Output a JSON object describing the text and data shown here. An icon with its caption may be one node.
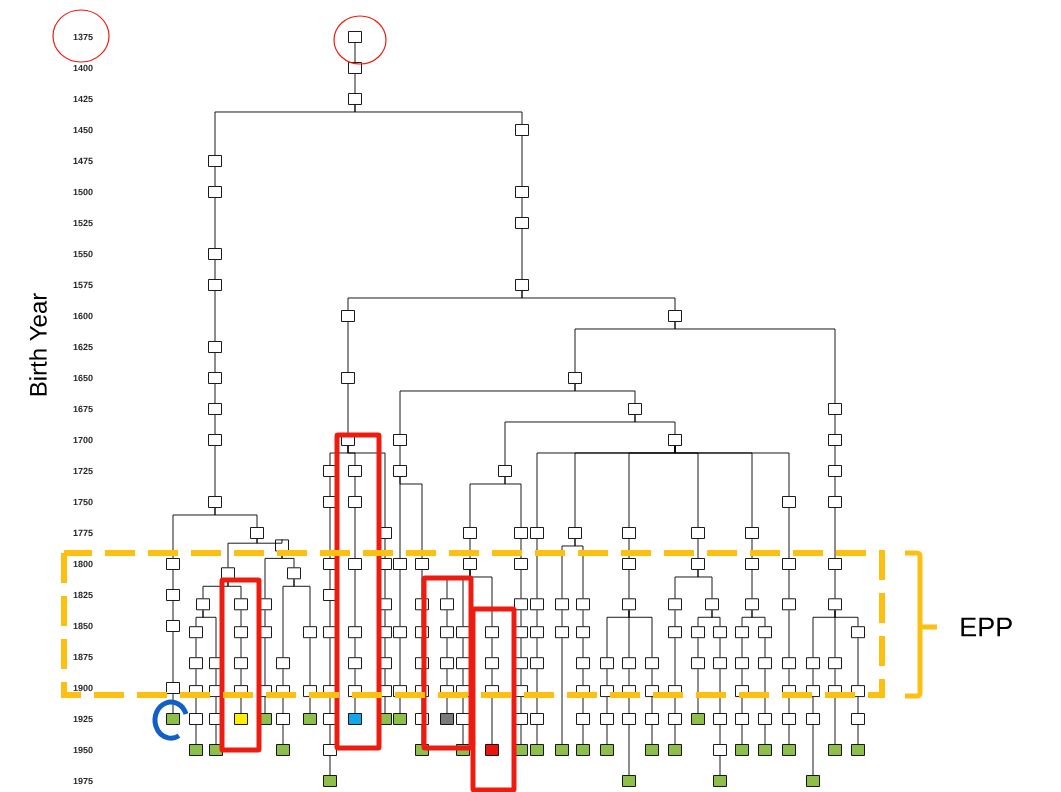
{
  "diagram": {
    "nodes": [
      {
        "text": [],
        "shape": "box"
      },
      {
        "text": [],
        "shape": "box"
      },
      {
        "text": [],
        "shape": "box"
      },
      {
        "text": [],
        "shape": "box"
      },
      {
        "text": [],
        "shape": "box"
      },
      {
        "text": [],
        "shape": "box"
      },
      {
        "text": [],
        "shape": "box"
      },
      {
        "text": [],
        "shape": "box"
      },
      {
        "text": [],
        "shape": "box"
      },
      {
        "text": [],
        "shape": "box"
      },
      {
        "text": [],
        "shape": "box"
      },
      {
        "text": [],
        "shape": "box"
      },
      {
        "text": [],
        "shape": "box"
      },
      {
        "text": [],
        "shape": "box"
      },
      {
        "text": [],
        "shape": "box"
      },
      {
        "text": [],
        "shape": "box"
      },
      {
        "text": [],
        "shape": "box"
      },
      {
        "text": [],
        "shape": "box"
      },
      {
        "text": [],
        "shape": "box"
      },
      {
        "text": [],
        "shape": "box"
      },
      {
        "text": [],
        "shape": "box"
      },
      {
        "text": [],
        "shape": "box"
      },
      {
        "text": [],
        "shape": "box"
      },
      {
        "text": [],
        "shape": "box"
      },
      {
        "text": [],
        "shape": "box"
      },
      {
        "text": [],
        "shape": "box"
      },
      {
        "text": [],
        "shape": "box"
      },
      {
        "text": [],
        "shape": "box"
      },
      {
        "text": [],
        "shape": "box"
      },
      {
        "text": [],
        "shape": "box"
      },
      {
        "text": [],
        "shape": "box"
      },
      {
        "text": [],
        "shape": "box"
      },
      {
        "text": [],
        "shape": "box"
      },
      {
        "text": [],
        "shape": "box"
      },
      {
        "text": [],
        "shape": "box"
      },
      {
        "text": [],
        "shape": "box"
      },
      {
        "text": [],
        "shape": "box"
      },
      {
        "text": [],
        "shape": "box"
      },
      {
        "text": [],
        "shape": "box"
      },
      {
        "text": [],
        "shape": "box"
      },
      {
        "text": [],
        "shape": "box"
      },
      {
        "text": [],
        "shape": "box"
      },
      {
        "text": [],
        "shape": "box"
      },
      {
        "text": [],
        "shape": "box"
      },
      {
        "text": [],
        "shape": "box"
      },
      {
        "text": [],
        "shape": "box"
      },
      {
        "text": [],
        "shape": "box"
      },
      {
        "text": [],
        "shape": "box"
      },
      {
        "text": [],
        "shape": "box"
      },
      {
        "text": [],
        "shape": "box"
      },
      {
        "text": [],
        "shape": "box"
      },
      {
        "text": [],
        "shape": "box"
      },
      {
        "text": [],
        "shape": "box"
      },
      {
        "text": [],
        "shape": "box"
      },
      {
        "text": [],
        "shape": "box"
      },
      {
        "text": [],
        "shape": "box"
      },
      {
        "text": [],
        "shape": "box"
      },
      {
        "text": [],
        "shape": "box"
      },
      {
        "text": [],
        "shape": "box"
      },
      {
        "text": [],
        "shape": "box"
      },
      {
        "text": [],
        "shape": "box"
      },
      {
        "text": [],
        "shape": "box"
      },
      {
        "text": [],
        "shape": "box"
      },
      {
        "text": [],
        "shape": "box"
      },
      {
        "text": [],
        "shape": "box"
      },
      {
        "text": [],
        "shape": "box"
      },
      {
        "text": [],
        "shape": "box"
      },
      {
        "text": [],
        "shape": "box"
      },
      {
        "text": [],
        "shape": "box"
      },
      {
        "text": [],
        "shape": "box"
      },
      {
        "text": [],
        "shape": "box"
      },
      {
        "text": [],
        "shape": "box"
      },
      {
        "text": [],
        "shape": "box"
      },
      {
        "text": [],
        "shape": "box"
      },
      {
        "text": [],
        "shape": "box"
      },
      {
        "text": [],
        "shape": "box"
      },
      {
        "text": [],
        "shape": "box"
      },
      {
        "text": [],
        "shape": "box"
      },
      {
        "text": [],
        "shape": "box"
      },
      {
        "text": [],
        "shape": "box"
      },
      {
        "text": [],
        "shape": "box"
      },
      {
        "text": [],
        "shape": "box"
      },
      {
        "text": [],
        "shape": "box"
      },
      {
        "text": [],
        "shape": "box"
      },
      {
        "text": [],
        "shape": "box"
      },
      {
        "text": [],
        "shape": "box"
      },
      {
        "text": [],
        "shape": "box"
      },
      {
        "text": [],
        "shape": "box"
      },
      {
        "text": [],
        "shape": "box"
      },
      {
        "text": [],
        "shape": "box"
      },
      {
        "text": [],
        "shape": "box"
      },
      {
        "text": [],
        "shape": "box"
      },
      {
        "text": [],
        "shape": "box"
      },
      {
        "text": [],
        "shape": "box"
      },
      {
        "text": [],
        "shape": "box"
      },
      {
        "text": [],
        "shape": "box"
      },
      {
        "text": [],
        "shape": "box"
      },
      {
        "text": [],
        "shape": "box"
      },
      {
        "text": [],
        "shape": "box"
      },
      {
        "text": [],
        "shape": "box"
      },
      {
        "text": [],
        "shape": "box"
      },
      {
        "text": [],
        "shape": "box"
      },
      {
        "text": [],
        "shape": "box"
      },
      {
        "text": [],
        "shape": "box"
      },
      {
        "text": [],
        "shape": "box"
      },
      {
        "text": [],
        "shape": "box"
      },
      {
        "text": [],
        "shape": "box"
      },
      {
        "text": [],
        "shape": "box"
      },
      {
        "text": [],
        "shape": "box"
      },
      {
        "text": [],
        "shape": "box"
      },
      {
        "text": [],
        "shape": "box"
      },
      {
        "text": [],
        "shape": "box"
      },
      {
        "text": [],
        "shape": "box"
      },
      {
        "text": [],
        "shape": "box"
      },
      {
        "text": [],
        "shape": "box"
      },
      {
        "text": [],
        "shape": "box"
      },
      {
        "text": [],
        "shape": "box"
      },
      {
        "text": [],
        "shape": "box"
      },
      {
        "text": [],
        "shape": "box"
      },
      {
        "text": [],
        "shape": "box"
      },
      {
        "text": [],
        "shape": "box"
      },
      {
        "text": [],
        "shape": "box"
      },
      {
        "text": [],
        "shape": "box"
      },
      {
        "text": [],
        "shape": "box"
      },
      {
        "text": [],
        "shape": "box"
      },
      {
        "text": [],
        "shape": "box"
      },
      {
        "text": [],
        "shape": "box"
      },
      {
        "text": [],
        "shape": "box"
      },
      {
        "text": [],
        "shape": "box"
      },
      {
        "text": [],
        "shape": "box"
      },
      {
        "text": [],
        "shape": "box"
      },
      {
        "text": [],
        "shape": "box"
      },
      {
        "text": [],
        "shape": "box"
      },
      {
        "text": [],
        "shape": "box"
      },
      {
        "text": [],
        "shape": "box"
      },
      {
        "text": [],
        "shape": "box"
      },
      {
        "text": [],
        "shape": "box"
      },
      {
        "text": [],
        "shape": "box"
      },
      {
        "text": [],
        "shape": "box"
      },
      {
        "text": [],
        "shape": "box"
      },
      {
        "text": [],
        "shape": "box"
      },
      {
        "text": [],
        "shape": "box"
      },
      {
        "text": [],
        "shape": "box"
      },
      {
        "text": [],
        "shape": "box"
      },
      {
        "text": [],
        "shape": "box"
      },
      {
        "text": [],
        "shape": "box"
      },
      {
        "text": [],
        "shape": "box"
      },
      {
        "text": [],
        "shape": "box"
      },
      {
        "text": [],
        "shape": "box"
      },
      {
        "text": [],
        "shape": "box"
      },
      {
        "text": [],
        "shape": "box"
      },
      {
        "text": [],
        "shape": "box"
      },
      {
        "text": [],
        "shape": "box"
      },
      {
        "text": [],
        "shape": "box"
      },
      {
        "text": [],
        "shape": "box"
      },
      {
        "text": [],
        "shape": "box"
      },
      {
        "text": [],
        "shape": "box"
      },
      {
        "text": [],
        "shape": "box"
      },
      {
        "text": [],
        "shape": "box"
      },
      {
        "text": [],
        "shape": "box"
      },
      {
        "text": [],
        "shape": "box"
      },
      {
        "text": [],
        "shape": "box"
      },
      {
        "text": [],
        "shape": "box"
      },
      {
        "text": [],
        "shape": "box"
      },
      {
        "text": [],
        "shape": "box"
      },
      {
        "text": [],
        "shape": "box"
      },
      {
        "text": [],
        "shape": "box"
      },
      {
        "text": [],
        "shape": "box"
      },
      {
        "text": [],
        "shape": "box"
      },
      {
        "text": [],
        "shape": "box"
      },
      {
        "text": [],
        "shape": "box"
      },
      {
        "text": [],
        "shape": "box"
      },
      {
        "text": [],
        "shape": "box"
      },
      {
        "text": [],
        "shape": "box"
      },
      {
        "text": [],
        "shape": "box"
      },
      {
        "text": [],
        "shape": "box"
      },
      {
        "text": [],
        "shape": "box"
      },
      {
        "text": [],
        "shape": "box"
      },
      {
        "text": [],
        "shape": "box"
      },
      {
        "text": [],
        "shape": "box"
      },
      {
        "text": [],
        "shape": "box"
      },
      {
        "text": [],
        "shape": "box"
      },
      {
        "text": [],
        "shape": "box"
      },
      {
        "text": [],
        "shape": "box"
      },
      {
        "text": [],
        "shape": "box"
      },
      {
        "text": [],
        "shape": "box"
      },
      {
        "text": [],
        "shape": "box"
      },
      {
        "text": [],
        "shape": "box"
      },
      {
        "text": [],
        "shape": "box"
      },
      {
        "text": [],
        "shape": "box"
      },
      {
        "text": [],
        "shape": "box"
      },
      {
        "text": [],
        "shape": "box"
      },
      {
        "text": [],
        "shape": "box"
      },
      {
        "text": [],
        "shape": "box"
      },
      {
        "text": [],
        "shape": "box"
      },
      {
        "text": [],
        "shape": "box"
      },
      {
        "text": [],
        "shape": "box"
      },
      {
        "text": [],
        "shape": "box"
      },
      {
        "text": [],
        "shape": "box"
      },
      {
        "text": [],
        "shape": "box"
      },
      {
        "text": [],
        "shape": "box"
      },
      {
        "text": [],
        "shape": "box"
      }
    ],
    "edges": [
      {
        "from": 0,
        "to": 1,
        "arrow": "none"
      },
      {
        "from": 1,
        "to": 2,
        "arrow": "none"
      },
      {
        "from": 2,
        "to": 3,
        "arrow": "none"
      },
      {
        "from": 3,
        "to": 4,
        "arrow": "none"
      },
      {
        "from": 4,
        "to": 5,
        "arrow": "none"
      },
      {
        "from": 5,
        "to": 6,
        "arrow": "none"
      },
      {
        "from": 6,
        "to": 7,
        "arrow": "none"
      },
      {
        "from": 7,
        "to": 8,
        "arrow": "none"
      },
      {
        "from": 8,
        "to": 9,
        "arrow": "none"
      },
      {
        "from": 9,
        "to": 10,
        "arrow": "none"
      },
      {
        "from": 10,
        "to": 11,
        "arrow": "none"
      },
      {
        "from": 11,
        "to": 12,
        "arrow": "none"
      },
      {
        "from": 12,
        "to": 13,
        "arrow": "none"
      },
      {
        "from": 13,
        "to": 14,
        "arrow": "none"
      },
      {
        "from": 14,
        "to": 15,
        "arrow": "none"
      },
      {
        "from": 15,
        "to": 16,
        "arrow": "none"
      },
      {
        "from": 11,
        "to": 17,
        "arrow": "none"
      },
      {
        "from": 17,
        "to": 18,
        "arrow": "none"
      },
      {
        "from": 17,
        "to": 19,
        "arrow": "none"
      },
      {
        "from": 18,
        "to": 20,
        "arrow": "none"
      },
      {
        "from": 20,
        "to": 21,
        "arrow": "none"
      },
      {
        "from": 21,
        "to": 22,
        "arrow": "none"
      },
      {
        "from": 22,
        "to": 23,
        "arrow": "none"
      },
      {
        "from": 23,
        "to": 24,
        "arrow": "none"
      },
      {
        "from": 24,
        "to": 25,
        "arrow": "none"
      },
      {
        "from": 20,
        "to": 26,
        "arrow": "none"
      },
      {
        "from": 26,
        "to": 27,
        "arrow": "none"
      },
      {
        "from": 27,
        "to": 28,
        "arrow": "none"
      },
      {
        "from": 28,
        "to": 29,
        "arrow": "none"
      },
      {
        "from": 18,
        "to": 30,
        "arrow": "none"
      },
      {
        "from": 30,
        "to": 31,
        "arrow": "none"
      },
      {
        "from": 31,
        "to": 32,
        "arrow": "none"
      },
      {
        "from": 32,
        "to": 33,
        "arrow": "none"
      },
      {
        "from": 33,
        "to": 34,
        "arrow": "none"
      },
      {
        "from": 19,
        "to": 35,
        "arrow": "none"
      },
      {
        "from": 35,
        "to": 36,
        "arrow": "none"
      },
      {
        "from": 36,
        "to": 37,
        "arrow": "none"
      },
      {
        "from": 37,
        "to": 38,
        "arrow": "none"
      },
      {
        "from": 19,
        "to": 39,
        "arrow": "none"
      },
      {
        "from": 39,
        "to": 40,
        "arrow": "none"
      },
      {
        "from": 40,
        "to": 41,
        "arrow": "none"
      },
      {
        "from": 41,
        "to": 42,
        "arrow": "none"
      },
      {
        "from": 42,
        "to": 43,
        "arrow": "none"
      },
      {
        "from": 39,
        "to": 44,
        "arrow": "none"
      },
      {
        "from": 44,
        "to": 45,
        "arrow": "none"
      },
      {
        "from": 45,
        "to": 46,
        "arrow": "none"
      },
      {
        "from": 2,
        "to": 47,
        "arrow": "none"
      },
      {
        "from": 47,
        "to": 48,
        "arrow": "none"
      },
      {
        "from": 48,
        "to": 49,
        "arrow": "none"
      },
      {
        "from": 49,
        "to": 50,
        "arrow": "none"
      },
      {
        "from": 50,
        "to": 51,
        "arrow": "none"
      },
      {
        "from": 51,
        "to": 52,
        "arrow": "none"
      },
      {
        "from": 52,
        "to": 53,
        "arrow": "none"
      },
      {
        "from": 53,
        "to": 54,
        "arrow": "none"
      },
      {
        "from": 54,
        "to": 55,
        "arrow": "none"
      },
      {
        "from": 55,
        "to": 56,
        "arrow": "none"
      },
      {
        "from": 56,
        "to": 57,
        "arrow": "none"
      },
      {
        "from": 57,
        "to": 58,
        "arrow": "none"
      },
      {
        "from": 58,
        "to": 59,
        "arrow": "none"
      },
      {
        "from": 59,
        "to": 60,
        "arrow": "none"
      },
      {
        "from": 60,
        "to": 61,
        "arrow": "none"
      },
      {
        "from": 61,
        "to": 62,
        "arrow": "none"
      },
      {
        "from": 53,
        "to": 63,
        "arrow": "none"
      },
      {
        "from": 63,
        "to": 64,
        "arrow": "none"
      },
      {
        "from": 64,
        "to": 65,
        "arrow": "none"
      },
      {
        "from": 65,
        "to": 66,
        "arrow": "none"
      },
      {
        "from": 66,
        "to": 67,
        "arrow": "none"
      },
      {
        "from": 67,
        "to": 68,
        "arrow": "none"
      },
      {
        "from": 68,
        "to": 69,
        "arrow": "none"
      },
      {
        "from": 53,
        "to": 70,
        "arrow": "none"
      },
      {
        "from": 70,
        "to": 71,
        "arrow": "none"
      },
      {
        "from": 71,
        "to": 72,
        "arrow": "none"
      },
      {
        "from": 72,
        "to": 73,
        "arrow": "none"
      },
      {
        "from": 73,
        "to": 74,
        "arrow": "none"
      },
      {
        "from": 74,
        "to": 75,
        "arrow": "none"
      },
      {
        "from": 75,
        "to": 76,
        "arrow": "none"
      },
      {
        "from": 50,
        "to": 77,
        "arrow": "none"
      },
      {
        "from": 77,
        "to": 78,
        "arrow": "none"
      },
      {
        "from": 78,
        "to": 79,
        "arrow": "none"
      },
      {
        "from": 79,
        "to": 80,
        "arrow": "none"
      },
      {
        "from": 80,
        "to": 81,
        "arrow": "none"
      },
      {
        "from": 81,
        "to": 82,
        "arrow": "none"
      },
      {
        "from": 82,
        "to": 83,
        "arrow": "none"
      },
      {
        "from": 83,
        "to": 84,
        "arrow": "none"
      },
      {
        "from": 80,
        "to": 85,
        "arrow": "none"
      },
      {
        "from": 85,
        "to": 86,
        "arrow": "none"
      },
      {
        "from": 86,
        "to": 87,
        "arrow": "none"
      },
      {
        "from": 87,
        "to": 88,
        "arrow": "none"
      },
      {
        "from": 88,
        "to": 89,
        "arrow": "none"
      },
      {
        "from": 89,
        "to": 90,
        "arrow": "none"
      },
      {
        "from": 90,
        "to": 91,
        "arrow": "none"
      },
      {
        "from": 78,
        "to": 92,
        "arrow": "none"
      },
      {
        "from": 92,
        "to": 93,
        "arrow": "none"
      },
      {
        "from": 93,
        "to": 94,
        "arrow": "none"
      },
      {
        "from": 94,
        "to": 95,
        "arrow": "none"
      },
      {
        "from": 95,
        "to": 96,
        "arrow": "none"
      },
      {
        "from": 96,
        "to": 97,
        "arrow": "none"
      },
      {
        "from": 97,
        "to": 98,
        "arrow": "none"
      },
      {
        "from": 98,
        "to": 99,
        "arrow": "none"
      },
      {
        "from": 99,
        "to": 100,
        "arrow": "none"
      },
      {
        "from": 95,
        "to": 101,
        "arrow": "none"
      },
      {
        "from": 101,
        "to": 102,
        "arrow": "none"
      },
      {
        "from": 102,
        "to": 103,
        "arrow": "none"
      },
      {
        "from": 103,
        "to": 104,
        "arrow": "none"
      },
      {
        "from": 104,
        "to": 105,
        "arrow": "none"
      },
      {
        "from": 95,
        "to": 106,
        "arrow": "none"
      },
      {
        "from": 106,
        "to": 107,
        "arrow": "none"
      },
      {
        "from": 107,
        "to": 108,
        "arrow": "none"
      },
      {
        "from": 108,
        "to": 109,
        "arrow": "none"
      },
      {
        "from": 93,
        "to": 110,
        "arrow": "none"
      },
      {
        "from": 110,
        "to": 111,
        "arrow": "none"
      },
      {
        "from": 111,
        "to": 112,
        "arrow": "none"
      },
      {
        "from": 112,
        "to": 113,
        "arrow": "none"
      },
      {
        "from": 113,
        "to": 114,
        "arrow": "none"
      },
      {
        "from": 114,
        "to": 115,
        "arrow": "none"
      },
      {
        "from": 115,
        "to": 116,
        "arrow": "none"
      },
      {
        "from": 116,
        "to": 117,
        "arrow": "none"
      },
      {
        "from": 92,
        "to": 118,
        "arrow": "none"
      },
      {
        "from": 118,
        "to": 119,
        "arrow": "none"
      },
      {
        "from": 119,
        "to": 120,
        "arrow": "none"
      },
      {
        "from": 120,
        "to": 121,
        "arrow": "none"
      },
      {
        "from": 121,
        "to": 122,
        "arrow": "none"
      },
      {
        "from": 122,
        "to": 123,
        "arrow": "none"
      },
      {
        "from": 123,
        "to": 124,
        "arrow": "none"
      },
      {
        "from": 118,
        "to": 125,
        "arrow": "none"
      },
      {
        "from": 125,
        "to": 126,
        "arrow": "none"
      },
      {
        "from": 126,
        "to": 127,
        "arrow": "none"
      },
      {
        "from": 127,
        "to": 128,
        "arrow": "none"
      },
      {
        "from": 125,
        "to": 129,
        "arrow": "none"
      },
      {
        "from": 129,
        "to": 130,
        "arrow": "none"
      },
      {
        "from": 130,
        "to": 131,
        "arrow": "none"
      },
      {
        "from": 131,
        "to": 132,
        "arrow": "none"
      },
      {
        "from": 132,
        "to": 133,
        "arrow": "none"
      },
      {
        "from": 133,
        "to": 134,
        "arrow": "none"
      },
      {
        "from": 118,
        "to": 135,
        "arrow": "none"
      },
      {
        "from": 135,
        "to": 136,
        "arrow": "none"
      },
      {
        "from": 136,
        "to": 137,
        "arrow": "none"
      },
      {
        "from": 137,
        "to": 138,
        "arrow": "none"
      },
      {
        "from": 138,
        "to": 139,
        "arrow": "none"
      },
      {
        "from": 139,
        "to": 140,
        "arrow": "none"
      },
      {
        "from": 140,
        "to": 141,
        "arrow": "none"
      },
      {
        "from": 137,
        "to": 142,
        "arrow": "none"
      },
      {
        "from": 142,
        "to": 143,
        "arrow": "none"
      },
      {
        "from": 143,
        "to": 144,
        "arrow": "none"
      },
      {
        "from": 144,
        "to": 145,
        "arrow": "none"
      },
      {
        "from": 137,
        "to": 146,
        "arrow": "none"
      },
      {
        "from": 146,
        "to": 147,
        "arrow": "none"
      },
      {
        "from": 147,
        "to": 148,
        "arrow": "none"
      },
      {
        "from": 148,
        "to": 149,
        "arrow": "none"
      },
      {
        "from": 118,
        "to": 150,
        "arrow": "none"
      },
      {
        "from": 150,
        "to": 151,
        "arrow": "none"
      },
      {
        "from": 151,
        "to": 152,
        "arrow": "none"
      },
      {
        "from": 152,
        "to": 153,
        "arrow": "none"
      },
      {
        "from": 153,
        "to": 154,
        "arrow": "none"
      },
      {
        "from": 154,
        "to": 155,
        "arrow": "none"
      },
      {
        "from": 155,
        "to": 156,
        "arrow": "none"
      },
      {
        "from": 151,
        "to": 157,
        "arrow": "none"
      },
      {
        "from": 157,
        "to": 158,
        "arrow": "none"
      },
      {
        "from": 158,
        "to": 159,
        "arrow": "none"
      },
      {
        "from": 159,
        "to": 160,
        "arrow": "none"
      },
      {
        "from": 157,
        "to": 161,
        "arrow": "none"
      },
      {
        "from": 161,
        "to": 162,
        "arrow": "none"
      },
      {
        "from": 162,
        "to": 163,
        "arrow": "none"
      },
      {
        "from": 163,
        "to": 164,
        "arrow": "none"
      },
      {
        "from": 164,
        "to": 165,
        "arrow": "none"
      },
      {
        "from": 118,
        "to": 166,
        "arrow": "none"
      },
      {
        "from": 166,
        "to": 167,
        "arrow": "none"
      },
      {
        "from": 167,
        "to": 168,
        "arrow": "none"
      },
      {
        "from": 168,
        "to": 169,
        "arrow": "none"
      },
      {
        "from": 169,
        "to": 170,
        "arrow": "none"
      },
      {
        "from": 170,
        "to": 171,
        "arrow": "none"
      },
      {
        "from": 171,
        "to": 172,
        "arrow": "none"
      },
      {
        "from": 172,
        "to": 173,
        "arrow": "none"
      },
      {
        "from": 168,
        "to": 174,
        "arrow": "none"
      },
      {
        "from": 174,
        "to": 175,
        "arrow": "none"
      },
      {
        "from": 175,
        "to": 176,
        "arrow": "none"
      },
      {
        "from": 176,
        "to": 177,
        "arrow": "none"
      },
      {
        "from": 118,
        "to": 178,
        "arrow": "none"
      },
      {
        "from": 178,
        "to": 179,
        "arrow": "none"
      },
      {
        "from": 179,
        "to": 180,
        "arrow": "none"
      },
      {
        "from": 180,
        "to": 181,
        "arrow": "none"
      },
      {
        "from": 181,
        "to": 182,
        "arrow": "none"
      },
      {
        "from": 182,
        "to": 183,
        "arrow": "none"
      },
      {
        "from": 183,
        "to": 184,
        "arrow": "none"
      },
      {
        "from": 77,
        "to": 185,
        "arrow": "none"
      },
      {
        "from": 185,
        "to": 186,
        "arrow": "none"
      },
      {
        "from": 186,
        "to": 187,
        "arrow": "none"
      },
      {
        "from": 187,
        "to": 188,
        "arrow": "none"
      },
      {
        "from": 188,
        "to": 189,
        "arrow": "none"
      },
      {
        "from": 189,
        "to": 190,
        "arrow": "none"
      },
      {
        "from": 190,
        "to": 191,
        "arrow": "none"
      },
      {
        "from": 191,
        "to": 192,
        "arrow": "none"
      },
      {
        "from": 192,
        "to": 193,
        "arrow": "none"
      },
      {
        "from": 193,
        "to": 194,
        "arrow": "none"
      },
      {
        "from": 190,
        "to": 195,
        "arrow": "none"
      },
      {
        "from": 195,
        "to": 196,
        "arrow": "none"
      },
      {
        "from": 196,
        "to": 197,
        "arrow": "none"
      },
      {
        "from": 190,
        "to": 198,
        "arrow": "none"
      },
      {
        "from": 198,
        "to": 199,
        "arrow": "none"
      },
      {
        "from": 199,
        "to": 200,
        "arrow": "none"
      },
      {
        "from": 200,
        "to": 201,
        "arrow": "none"
      }
    ],
    "labels": [
      "Birth Year",
      "1375",
      "1400",
      "1425",
      "1450",
      "1475",
      "1500",
      "1525",
      "1550",
      "1575",
      "1600",
      "1625",
      "1650",
      "1675",
      "1700",
      "1725",
      "1750",
      "1775",
      "1800",
      "1825",
      "1850",
      "1875",
      "1900",
      "1925",
      "1950",
      "1975",
      "EPP"
    ]
  }
}
